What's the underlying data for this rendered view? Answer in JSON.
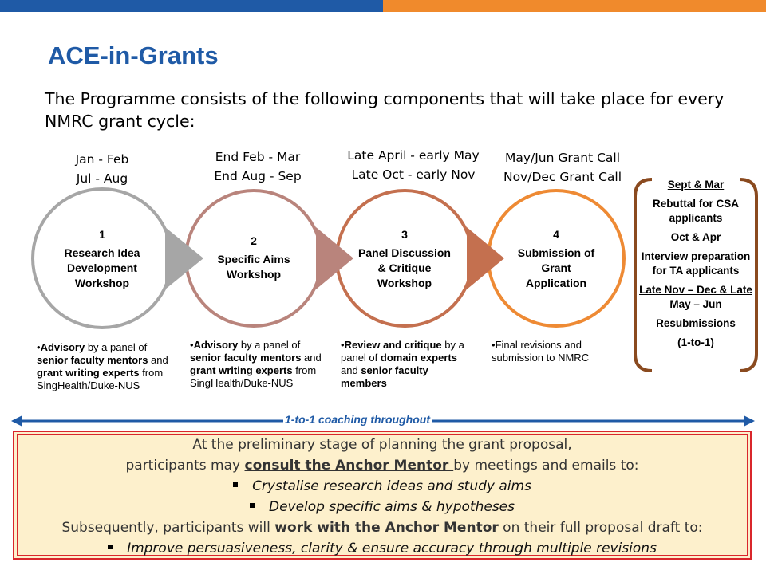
{
  "title": "ACE-in-Grants",
  "intro": "The Programme consists of the following components that will take place for every NMRC grant cycle:",
  "stages": [
    {
      "num": "1",
      "label_lines": [
        "Research Idea",
        "Development",
        "Workshop"
      ],
      "date_lines": [
        "Jan - Feb",
        "Jul - Aug"
      ]
    },
    {
      "num": "2",
      "label_lines": [
        "Specific Aims",
        "Workshop"
      ],
      "date_lines": [
        "End Feb - Mar",
        "End Aug - Sep"
      ]
    },
    {
      "num": "3",
      "label_lines": [
        "Panel Discussion",
        "& Critique",
        "Workshop"
      ],
      "date_lines": [
        "Late April - early May",
        "Late Oct - early Nov"
      ]
    },
    {
      "num": "4",
      "label_lines": [
        "Submission of",
        "Grant",
        "Application"
      ],
      "date_lines": [
        "May/Jun Grant Call",
        "Nov/Dec Grant Call"
      ]
    }
  ],
  "descriptions": {
    "d1": {
      "b1": "Advisory",
      "t1": " by a panel of ",
      "b2": "senior faculty mentors",
      "t2": " and ",
      "b3": "grant writing experts",
      "t3": " from SingHealth/Duke-NUS"
    },
    "d2": {
      "b1": "Advisory",
      "t1": " by a panel of ",
      "b2": "senior faculty mentors",
      "t2": " and ",
      "b3": "grant writing experts",
      "t3": " from SingHealth/Duke-NUS"
    },
    "d3": {
      "b1": "Review and critique",
      "t1": " by a panel of ",
      "b2": "domain experts",
      "t2": " and ",
      "b3": "senior faculty members"
    },
    "d4": {
      "t1": "Final revisions and submission to NMRC"
    }
  },
  "side": {
    "h1": "Sept & Mar",
    "t1": "Rebuttal for CSA applicants",
    "h2": "Oct & Apr",
    "t2": "Interview preparation for TA applicants",
    "h3": "Late Nov – Dec & Late May – Jun",
    "t3": "Resubmissions",
    "t4": "(1-to-1)"
  },
  "coaching_label": "1-to-1 coaching throughout",
  "bottom": {
    "l1": "At the preliminary stage of planning the grant proposal,",
    "l2a": "participants may ",
    "l2b": "consult the Anchor Mentor ",
    "l2c": "by meetings and emails to:",
    "b1": "Crystalise research ideas and study aims",
    "b2": "Develop specific aims & hypotheses",
    "l3a": "Subsequently, participants will ",
    "l3b": "work with the Anchor Mentor",
    "l3c": " on their full proposal draft to:",
    "b3": "Improve persuasiveness, clarity & ensure accuracy through multiple revisions"
  },
  "colors": {
    "blue": "#1f5aa6",
    "orange": "#f08a2c",
    "stage1": "#a6a6a6",
    "stage2": "#b9847c",
    "stage3": "#c4704f",
    "stage4": "#ee8a34",
    "side_border": "#8a4a1f",
    "box_bg": "#fdf0cc",
    "box_border": "#d9262b"
  }
}
